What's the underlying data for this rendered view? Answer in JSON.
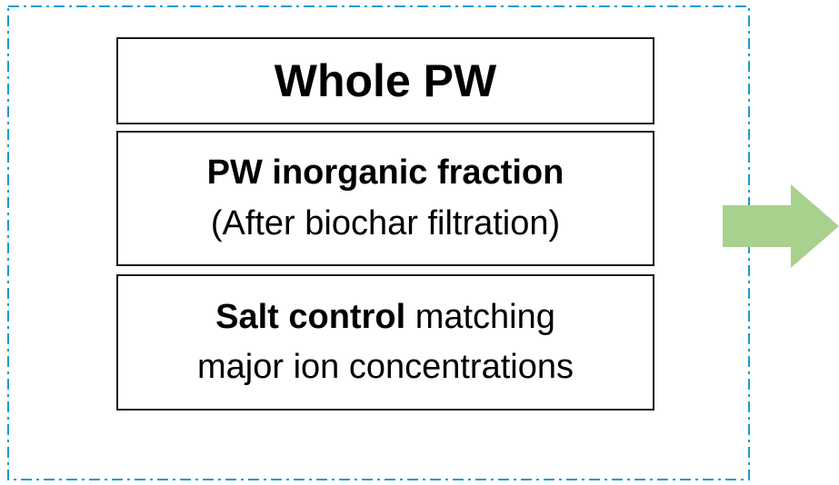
{
  "colors": {
    "frame_dash": "#1a9ad6",
    "box_border": "#1a1a1a",
    "arrow_fill": "#a9d18e"
  },
  "boxes": {
    "whole_pw": {
      "label": "Whole PW"
    },
    "inorganic": {
      "title": "PW inorganic fraction",
      "subtitle": "(After biochar filtration)"
    },
    "salt_control": {
      "bold": "Salt control",
      "rest": " matching",
      "line2": "major ion concentrations"
    }
  }
}
